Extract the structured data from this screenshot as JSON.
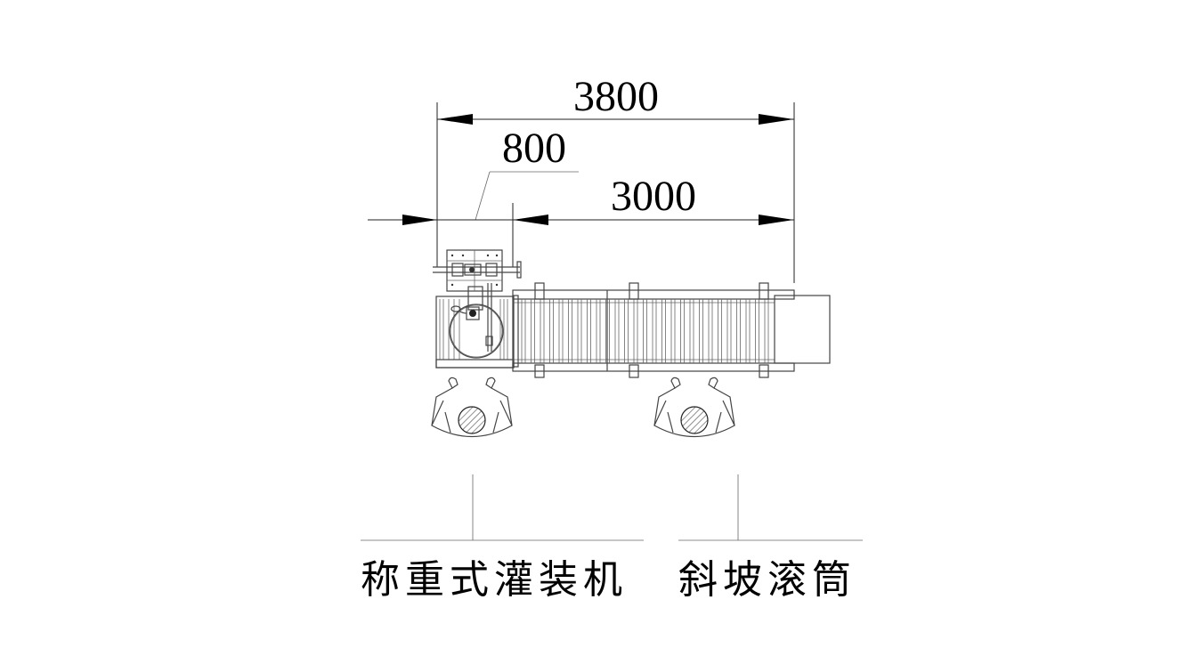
{
  "dimensions": {
    "overall": {
      "value": "3800",
      "label": "overall-length"
    },
    "filler": {
      "value": "800",
      "label": "filling-machine-width"
    },
    "conveyor": {
      "value": "3000",
      "label": "conveyor-length"
    }
  },
  "labels": {
    "filling_machine": "称重式灌装机",
    "roller_conveyor": "斜坡滚筒"
  },
  "components": [
    {
      "name": "weighing-filling-machine",
      "label_ref": "labels.filling_machine"
    },
    {
      "name": "inclined-roller-conveyor",
      "label_ref": "labels.roller_conveyor"
    },
    {
      "name": "operator-1"
    },
    {
      "name": "operator-2"
    }
  ],
  "colors": {
    "line": "#222222",
    "background": "#ffffff"
  }
}
